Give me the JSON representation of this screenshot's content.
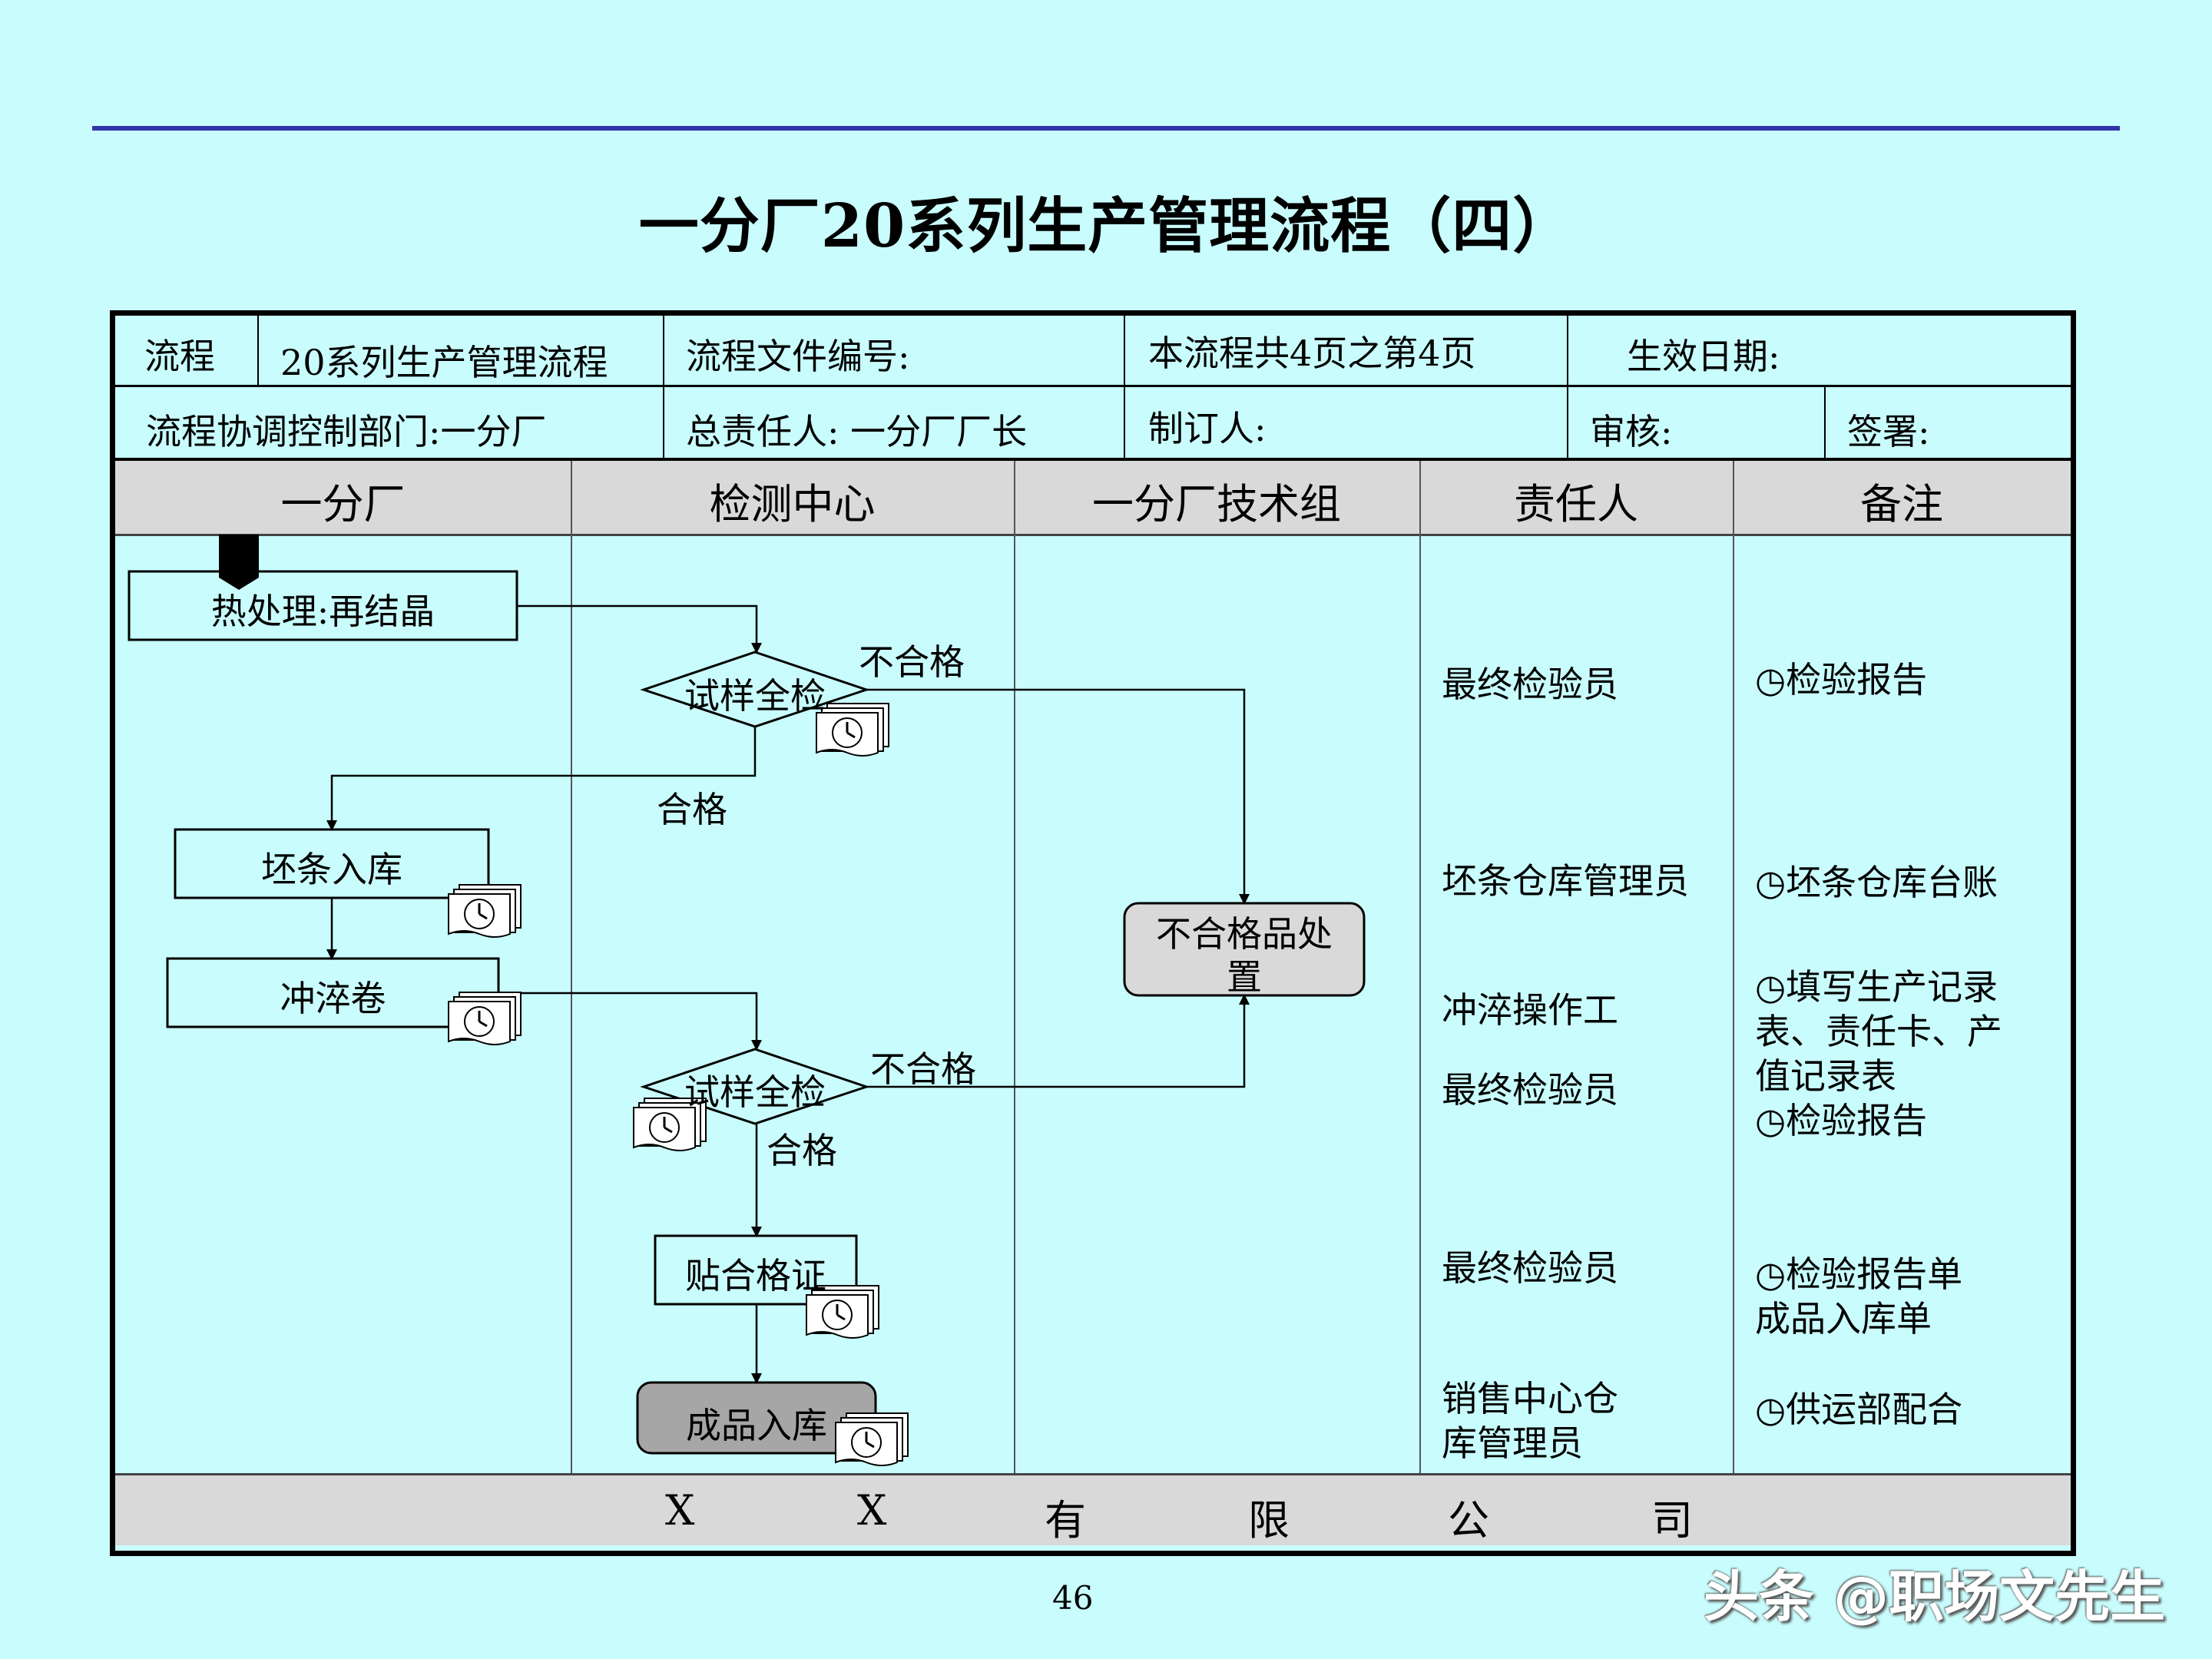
{
  "title": "一分厂20系列生产管理流程（四）",
  "header": {
    "flow_label": "流程",
    "flow_name": "20系列生产管理流程",
    "file_no_label": "流程文件编号:",
    "page_info": "本流程共4页之第4页",
    "effective_date_label": "生效日期:",
    "dept_label": "流程协调控制部门:一分厂",
    "owner_label": "总责任人: 一分厂厂长",
    "drafter_label": "制订人:",
    "reviewer_label": "审核:",
    "signer_label": "签署:"
  },
  "lanes": [
    "一分厂",
    "检测中心",
    "一分厂技术组",
    "责任人",
    "备注"
  ],
  "nodes": {
    "heat_treatment": "热处理:再结晶",
    "sample_check_1": "试样全检",
    "billet_storage": "坯条入库",
    "quench_coil": "冲淬卷",
    "sample_check_2": "试样全检",
    "nonconforming": [
      "不合格品处",
      "置"
    ],
    "certificate": "贴合格证",
    "finished_storage": "成品入库"
  },
  "edge_labels": {
    "fail_1": "不合格",
    "pass_1": "合格",
    "fail_2": "不合格",
    "pass_2": "合格"
  },
  "responsible": [
    [
      "最终检验员"
    ],
    [
      "坯条仓库管理员"
    ],
    [
      "冲淬操作工"
    ],
    [
      "最终检验员"
    ],
    [
      "最终检验员"
    ],
    [
      "销售中心仓",
      "库管理员"
    ]
  ],
  "notes": [
    [
      "◷检验报告"
    ],
    [
      "◷坯条仓库台账"
    ],
    [
      "◷填写生产记录",
      "表、责任卡、产",
      "值记录表",
      "◷检验报告"
    ],
    [
      "◷检验报告单",
      "成品入库单"
    ],
    [
      "◷供运部配合"
    ]
  ],
  "footer": [
    "X",
    "X",
    "有",
    "限",
    "公",
    "司"
  ],
  "page_number": "46",
  "watermark": "头条 @职场文先生",
  "colors": {
    "background": "#c9fdfd",
    "header_band": "#d9d9d9",
    "top_rule": "#3333aa",
    "terminal_fill": "#a6a6a6",
    "process_fill": "#d9d9d9"
  },
  "icons": [
    "document-clock-icon",
    "clock-icon"
  ]
}
